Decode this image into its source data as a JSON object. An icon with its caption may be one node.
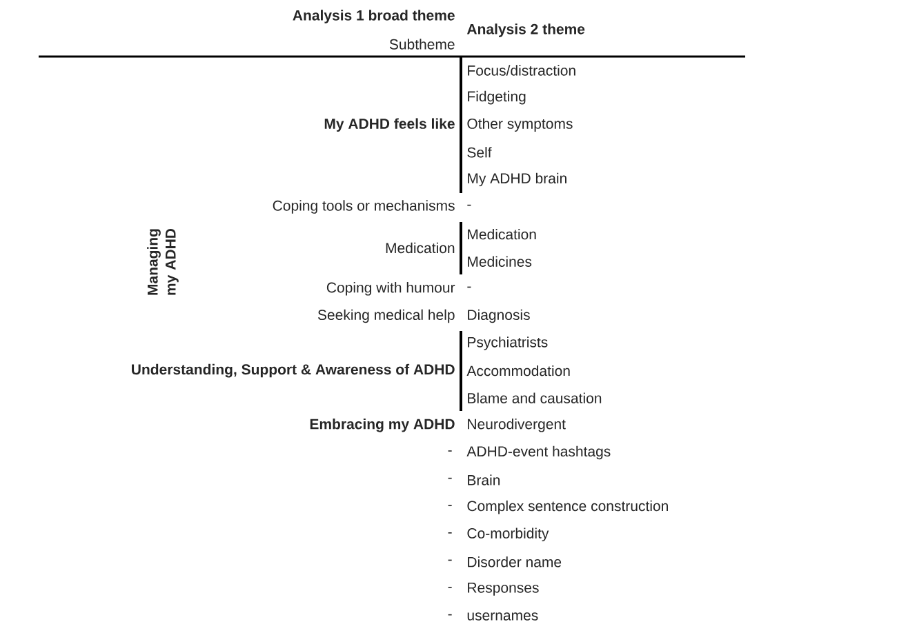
{
  "diagram": {
    "labels": [
      "Analysis 1 broad theme",
      "Subtheme",
      "Analysis 2 theme",
      "Focus/distraction",
      "Fidgeting",
      "My ADHD feels like",
      "Other symptoms",
      "Self",
      "My ADHD brain",
      "Managing my ADHD",
      "Coping tools or mechanisms",
      "-",
      "Medication",
      "Medication",
      "Medicines",
      "Coping with humour",
      "-",
      "Seeking medical help",
      "Diagnosis",
      "Psychiatrists",
      "Understanding, Support & Awareness of ADHD",
      "Accommodation",
      "Blame and causation",
      "Embracing my ADHD",
      "Neurodivergent",
      "-",
      "ADHD-event hashtags",
      "-",
      "Brain",
      "-",
      "Complex sentence construction",
      "-",
      "Co-morbidity",
      "-",
      "Disorder name",
      "-",
      "Responses",
      "-",
      "usernames"
    ]
  }
}
